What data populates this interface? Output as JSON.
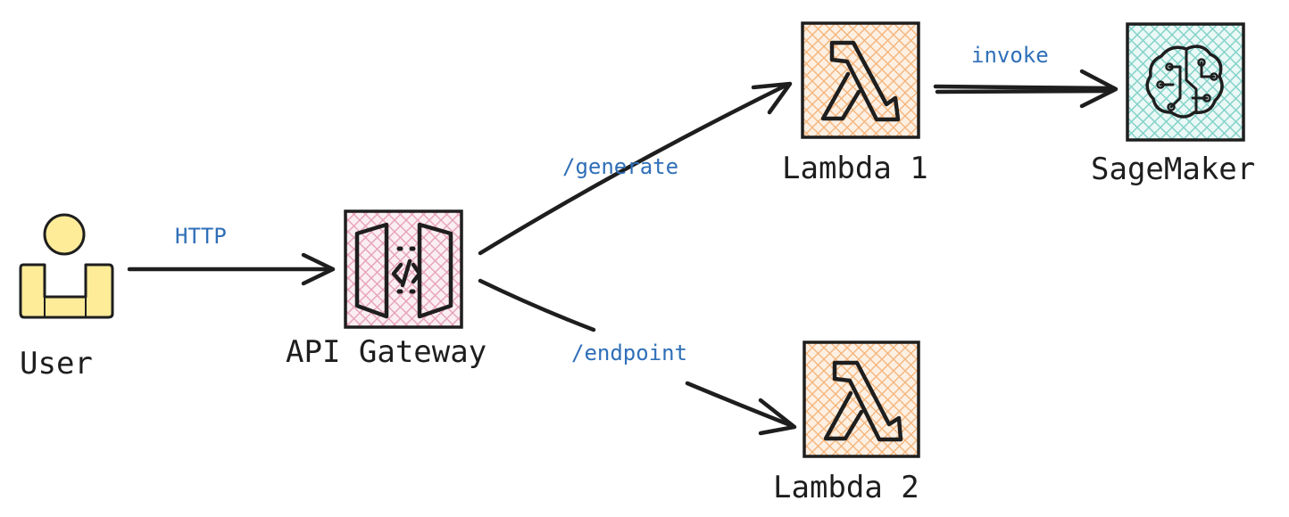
{
  "nodes": {
    "user": {
      "label": "User",
      "icon": "user-icon",
      "color": "#ffec99"
    },
    "api_gateway": {
      "label": "API Gateway",
      "icon": "api-gateway-icon",
      "color": "#e6a1b8"
    },
    "lambda1": {
      "label": "Lambda 1",
      "icon": "lambda-icon",
      "color": "#f5b57c"
    },
    "lambda2": {
      "label": "Lambda 2",
      "icon": "lambda-icon",
      "color": "#f5b57c"
    },
    "sagemaker": {
      "label": "SageMaker",
      "icon": "sagemaker-icon",
      "color": "#7fd1c7"
    }
  },
  "edges": {
    "http": {
      "label": "HTTP",
      "from": "User",
      "to": "API Gateway"
    },
    "generate": {
      "label": "/generate",
      "from": "API Gateway",
      "to": "Lambda 1"
    },
    "endpoint": {
      "label": "/endpoint",
      "from": "API Gateway",
      "to": "Lambda 2"
    },
    "invoke": {
      "label": "invoke",
      "from": "Lambda 1",
      "to": "SageMaker"
    }
  },
  "colors": {
    "stroke": "#1e1e1e",
    "edge_label": "#2f6fb8"
  }
}
